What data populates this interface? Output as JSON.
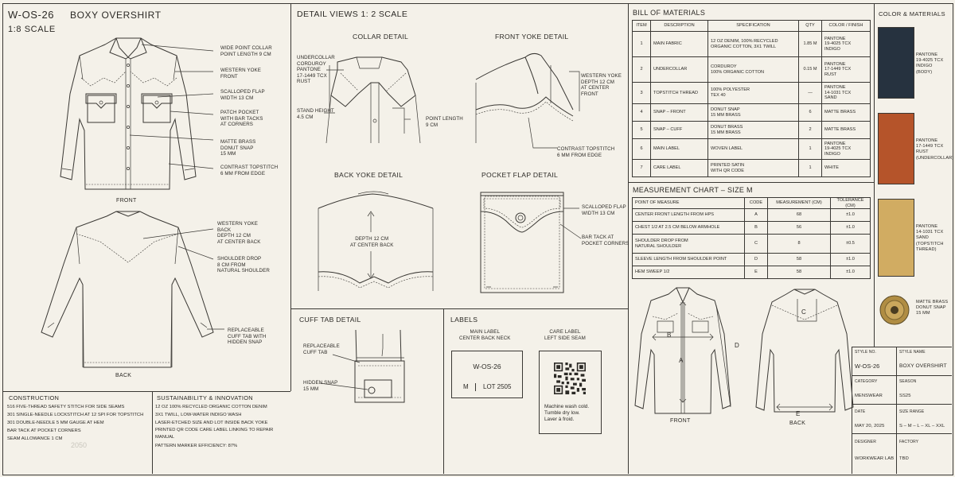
{
  "header": {
    "style_no": "W-OS-26",
    "style_name": "BOXY OVERSHIRT",
    "scale": "1:8 SCALE"
  },
  "flats": {
    "front_label": "FRONT",
    "back_label": "BACK",
    "callouts_front": [
      "WIDE POINT COLLAR\nPOINT LENGTH 9 CM",
      "WESTERN YOKE\nFRONT",
      "SCALLOPED FLAP\nWIDTH 13 CM",
      "PATCH POCKET\nWITH BAR TACKS\nAT CORNERS",
      "MATTE BRASS\nDONUT SNAP\n15 MM",
      "CONTRAST TOPSTITCH\n6 MM FROM EDGE"
    ],
    "callouts_back": [
      "WESTERN YOKE\nBACK\nDEPTH 12 CM\nAT CENTER BACK",
      "SHOULDER DROP\n8 CM FROM\nNATURAL SHOULDER",
      "REPLACEABLE\nCUFF TAB WITH\nHIDDEN SNAP"
    ]
  },
  "detail_views": {
    "title": "DETAIL VIEWS 1: 2 SCALE",
    "collar": {
      "title": "COLLAR DETAIL",
      "undercollar": "UNDERCOLLAR\nCORDUROY\nPANTONE\n17-1449 TCX\nRUST",
      "stand": "STAND HEIGHT\n4.5 CM",
      "point": "POINT LENGTH\n9 CM"
    },
    "front_yoke": {
      "title": "FRONT YOKE DETAIL",
      "depth": "WESTERN YOKE\nDEPTH 12 CM\nAT CENTER\nFRONT",
      "topstitch": "CONTRAST TOPSTITCH\n6 MM FROM EDGE"
    },
    "back_yoke": {
      "title": "BACK YOKE DETAIL",
      "depth": "DEPTH 12 CM\nAT CENTER BACK"
    },
    "pocket_flap": {
      "title": "POCKET FLAP DETAIL",
      "flap": "SCALLOPED FLAP\nWIDTH 13 CM",
      "bartack": "BAR TACK AT\nPOCKET CORNERS"
    },
    "cuff_tab": {
      "title": "CUFF TAB DETAIL",
      "tab": "REPLACEABLE\nCUFF TAB",
      "snap": "HIDDEN SNAP\n15 MM"
    }
  },
  "labels": {
    "title": "LABELS",
    "main_label_caption": "MAIN LABEL\nCENTER BACK NECK",
    "care_label_caption": "CARE LABEL\nLEFT SIDE SEAM",
    "main_label_style": "W-OS-26",
    "main_label_size": "M",
    "main_label_lot": "LOT 2505",
    "care_text": "Machine wash cold.\nTumble dry low.\nLaver à froid."
  },
  "construction": {
    "title": "CONSTRUCTION",
    "items": [
      "516 FIVE-THREAD SAFETY STITCH FOR SIDE SEAMS",
      "301 SINGLE-NEEDLE LOCKSTITCH AT 12 SPI FOR TOPSTITCH",
      "301 DOUBLE-NEEDLE 5 MM GAUGE AT HEM",
      "BAR TACK AT POCKET CORNERS",
      "SEAM ALLOWANCE 1 CM"
    ],
    "watermark": "2050"
  },
  "sustainability": {
    "title": "SUSTAINABILITY & INNOVATION",
    "items": [
      "12 OZ 100% RECYCLED ORGANIC COTTON DENIM",
      "3X1 TWILL, LOW-WATER INDIGO WASH",
      "LASER-ETCHED SIZE AND LOT INSIDE BACK YOKE",
      "PRINTED QR CODE CARE LABEL LINKING TO REPAIR\nMANUAL",
      "PATTERN MARKER EFFICIENCY: 87%"
    ]
  },
  "bom": {
    "title": "BILL OF MATERIALS",
    "headers": [
      "ITEM",
      "DESCRIPTION",
      "SPECIFICATION",
      "QTY",
      "COLOR / FINISH"
    ],
    "rows": [
      [
        "1",
        "MAIN FABRIC",
        "12 OZ DENIM, 100% RECYCLED\nORGANIC COTTON, 3X1 TWILL",
        "1.85 M",
        "PANTONE\n19-4025 TCX\nINDIGO"
      ],
      [
        "2",
        "UNDERCOLLAR",
        "CORDUROY\n100% ORGANIC COTTON",
        "0.15 M",
        "PANTONE\n17-1449 TCX\nRUST"
      ],
      [
        "3",
        "TOPSTITCH THREAD",
        "100% POLYESTER\nTEX 40",
        "—",
        "PANTONE\n14-1031 TCX\nSAND"
      ],
      [
        "4",
        "SNAP – FRONT",
        "DONUT SNAP\n15 MM BRASS",
        "6",
        "MATTE BRASS"
      ],
      [
        "5",
        "SNAP – CUFF",
        "DONUT BRASS\n15 MM BRASS",
        "2",
        "MATTE BRASS"
      ],
      [
        "6",
        "MAIN LABEL",
        "WOVEN LABEL",
        "1",
        "PANTONE\n19-4025 TCX\nINDIGO"
      ],
      [
        "7",
        "CARE LABEL",
        "PRINTED SATIN\nWITH QR CODE",
        "1",
        "WHITE"
      ]
    ]
  },
  "measurement": {
    "title": "MEASUREMENT CHART – SIZE M",
    "headers": [
      "POINT OF MEASURE",
      "CODE",
      "MEASUREMENT (CM)",
      "TOLERANCE (CM)"
    ],
    "rows": [
      [
        "CENTER FRONT LENGTH FROM HPS",
        "A",
        "68",
        "±1.0"
      ],
      [
        "CHEST 1/2 AT 2.5 CM BELOW ARMHOLE",
        "B",
        "56",
        "±1.0"
      ],
      [
        "SHOULDER DROP FROM\nNATURAL SHOULDER",
        "C",
        "8",
        "±0.5"
      ],
      [
        "SLEEVE LENGTH FROM SHOULDER POINT",
        "D",
        "58",
        "±1.0"
      ],
      [
        "HEM SWEEP 1/2",
        "E",
        "58",
        "±1.0"
      ]
    ],
    "front_label": "FRONT",
    "back_label": "BACK",
    "code_letters": [
      "A",
      "B",
      "C",
      "D",
      "E"
    ]
  },
  "colors": {
    "title": "COLOR & MATERIALS",
    "swatches": [
      {
        "hex": "#26323f",
        "label": "PANTONE\n19-4025 TCX\nINDIGO\n(BODY)"
      },
      {
        "hex": "#b5542a",
        "label": "PANTONE\n17-1449 TCX\nRUST\n(UNDERCOLLAR)"
      },
      {
        "hex": "#d1ac62",
        "label": "PANTONE\n14-1031 TCX\nSAND\n(TOPSTITCH\nTHREAD)"
      }
    ],
    "snap_label": "MATTE BRASS\nDONUT SNAP\n15 MM"
  },
  "title_block": {
    "fields": [
      {
        "label": "STYLE NO.",
        "value": "W-OS-26"
      },
      {
        "label": "STYLE NAME",
        "value": "BOXY OVERSHIRT"
      },
      {
        "label": "CATEGORY",
        "value": "MENSWEAR"
      },
      {
        "label": "SEASON",
        "value": "SS25"
      },
      {
        "label": "DATE",
        "value": "MAY 20, 2025"
      },
      {
        "label": "SIZE RANGE",
        "value": "S – M – L – XL – XXL"
      },
      {
        "label": "DESIGNER",
        "value": "WORKWEAR LAB"
      },
      {
        "label": "FACTORY",
        "value": "TBD"
      }
    ]
  }
}
